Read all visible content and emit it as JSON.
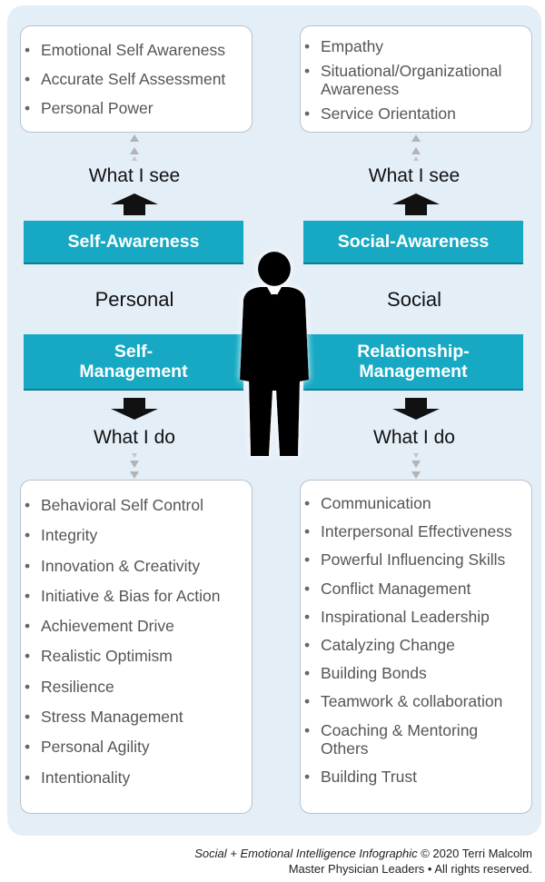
{
  "top_left_box": {
    "items": [
      "Emotional Self Awareness",
      "Accurate Self Assessment",
      "Personal Power"
    ]
  },
  "top_right_box": {
    "items": [
      "Empathy",
      "Situational/Organizational Awareness",
      "Service Orientation"
    ]
  },
  "labels": {
    "what_i_see_left": "What I see",
    "what_i_see_right": "What I see",
    "what_i_do_left": "What I do",
    "what_i_do_right": "What I do",
    "personal": "Personal",
    "social": "Social"
  },
  "bands": {
    "self_awareness": "Self-Awareness",
    "social_awareness": "Social-Awareness",
    "self_management_1": "Self-",
    "self_management_2": "Management",
    "relationship_management_1": "Relationship-",
    "relationship_management_2": "Management"
  },
  "bottom_left_box": {
    "items": [
      "Behavioral Self Control",
      "Integrity",
      "Innovation & Creativity",
      "Initiative & Bias for Action",
      "Achievement Drive",
      "Realistic Optimism",
      "Resilience",
      "Stress Management",
      "Personal Agility",
      "Intentionality"
    ]
  },
  "bottom_right_box": {
    "items": [
      "Communication",
      "Interpersonal Effectiveness",
      "Powerful Influencing Skills",
      "Conflict Management",
      "Inspirational Leadership",
      "Catalyzing Change",
      "Building Bonds",
      "Teamwork & collaboration",
      "Coaching & Mentoring Others",
      "Building Trust"
    ]
  },
  "footer": {
    "line1": "Social + Emotional Intelligence Infographic",
    "line1_rest": " © 2020 Terri Malcolm",
    "line2": "Master Physician Leaders • All rights reserved."
  },
  "colors": {
    "band": "#17a9c4",
    "panel": "#e4eef7",
    "figure": "#000000"
  }
}
